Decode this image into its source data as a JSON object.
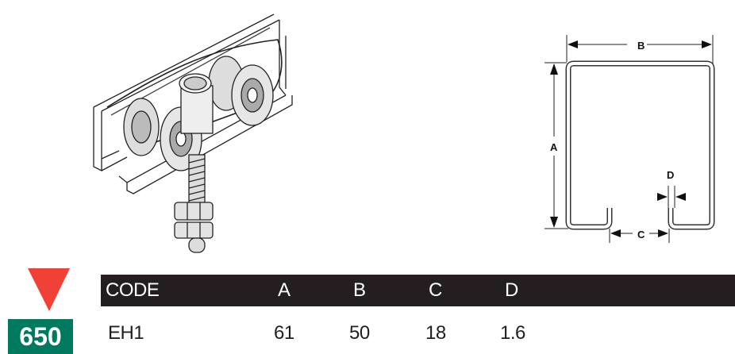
{
  "colors": {
    "marker": "#ef4136",
    "badge": "#007a5e",
    "header_bar": "#231f20"
  },
  "diagram": {
    "dim_labels": {
      "a": "A",
      "b": "B",
      "c": "C",
      "d": "D"
    }
  },
  "badge": {
    "value": "650"
  },
  "table": {
    "headers": [
      "CODE",
      "A",
      "B",
      "C",
      "D"
    ],
    "rows": [
      [
        "EH1",
        "61",
        "50",
        "18",
        "1.6"
      ]
    ]
  }
}
